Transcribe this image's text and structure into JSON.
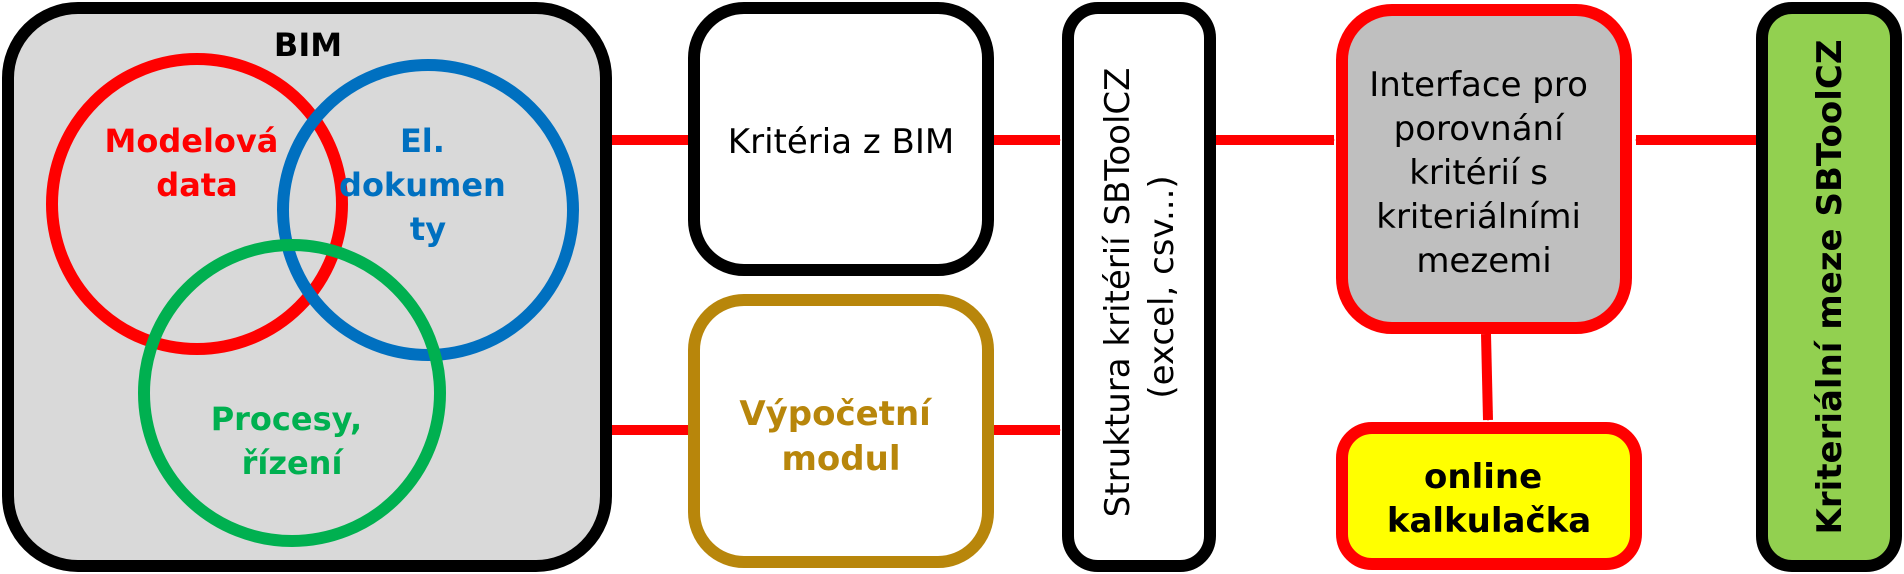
{
  "bim": {
    "title": "BIM",
    "circle_model": [
      "Modelová",
      "data"
    ],
    "circle_docs": [
      "El.",
      "dokumen",
      "ty"
    ],
    "circle_process": [
      "Procesy,",
      "řízení"
    ]
  },
  "boxes": {
    "criteria_bim": "Kritéria z BIM",
    "calc_module": [
      "Výpočetní",
      "modul"
    ],
    "structure": [
      "Struktura kritérií SBToolCZ",
      "(excel, csv...)"
    ],
    "interface": [
      "Interface pro",
      "porovnání",
      "kritérií s",
      "kriteriálními",
      "mezemi"
    ],
    "online_calc": [
      "online",
      "kalkulačka"
    ],
    "limits": "Kriteriální meze SBToolCZ"
  },
  "colors": {
    "red": "#ff0000",
    "blue": "#0070c0",
    "green": "#00b050",
    "gold": "#b8860b",
    "bim_bg": "#d9d9d9",
    "interface_bg": "#bfbfbf",
    "online_bg": "#ffff00",
    "limits_bg": "#92d050"
  }
}
